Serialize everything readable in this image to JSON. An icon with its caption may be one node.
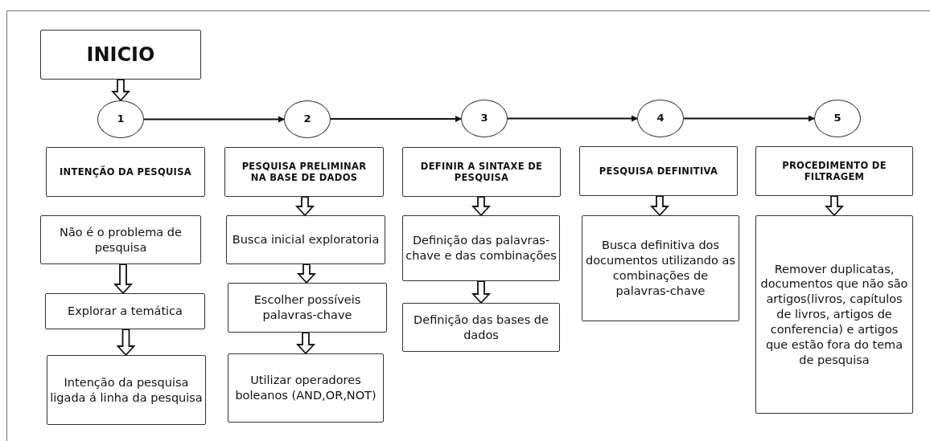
{
  "diagram": {
    "nodes": [
      {
        "text": [
          "INICIO"
        ]
      },
      {
        "text": [
          "1"
        ]
      },
      {
        "text": [
          "2"
        ]
      },
      {
        "text": [
          "3"
        ]
      },
      {
        "text": [
          "4"
        ]
      },
      {
        "text": [
          "5"
        ]
      },
      {
        "text": [
          "INTENÇÃO DA PESQUISA"
        ]
      },
      {
        "text": [
          "PESQUISA PRELIMINAR NA BASE DE DADOS"
        ]
      },
      {
        "text": [
          "DEFINIR A SINTAXE DE PESQUISA"
        ]
      },
      {
        "text": [
          "PESQUISA DEFINITIVA"
        ]
      },
      {
        "text": [
          "PROCEDIMENTO DE FILTRAGEM"
        ]
      },
      {
        "text": [
          "Não é o problema de pesquisa"
        ]
      },
      {
        "text": [
          "Explorar a temática"
        ]
      },
      {
        "text": [
          "Intenção da pesquisa ligada á linha da pesquisa"
        ]
      },
      {
        "text": [
          "Busca inicial exploratoria"
        ]
      },
      {
        "text": [
          "Escolher possíveis palavras-chave"
        ]
      },
      {
        "text": [
          "Utilizar operadores boleanos (AND,OR,NOT)"
        ]
      },
      {
        "text": [
          "Definição das palavras-chave e das combinações"
        ]
      },
      {
        "text": [
          "Definição das bases de dados"
        ]
      },
      {
        "text": [
          "Busca definitiva dos documentos utilizando as combinações de palavras-chave"
        ]
      },
      {
        "text": [
          "Remover duplicatas, documentos que não são artigos(livros, capítulos de livros, artigos de conferencia) e artigos que estão fora do tema de pesquisa"
        ]
      }
    ],
    "edges": [
      {
        "from": 0,
        "to": 1,
        "arrow": "to",
        "style": "thick"
      },
      {
        "from": 1,
        "to": 2,
        "arrow": "to"
      },
      {
        "from": 2,
        "to": 3,
        "arrow": "to"
      },
      {
        "from": 3,
        "to": 4,
        "arrow": "to"
      },
      {
        "from": 4,
        "to": 5,
        "arrow": "to"
      },
      {
        "from": 7,
        "to": 14,
        "arrow": "to",
        "style": "thick"
      },
      {
        "from": 8,
        "to": 17,
        "arrow": "to",
        "style": "thick"
      },
      {
        "from": 9,
        "to": 19,
        "arrow": "to",
        "style": "thick"
      },
      {
        "from": 10,
        "to": 20,
        "arrow": "to",
        "style": "thick"
      },
      {
        "from": 11,
        "to": 12,
        "arrow": "to",
        "style": "thick"
      },
      {
        "from": 12,
        "to": 13,
        "arrow": "to",
        "style": "thick"
      },
      {
        "from": 14,
        "to": 15,
        "arrow": "to",
        "style": "thick"
      },
      {
        "from": 15,
        "to": 16,
        "arrow": "to",
        "style": "thick"
      },
      {
        "from": 17,
        "to": 18,
        "arrow": "to",
        "style": "thick"
      }
    ]
  }
}
